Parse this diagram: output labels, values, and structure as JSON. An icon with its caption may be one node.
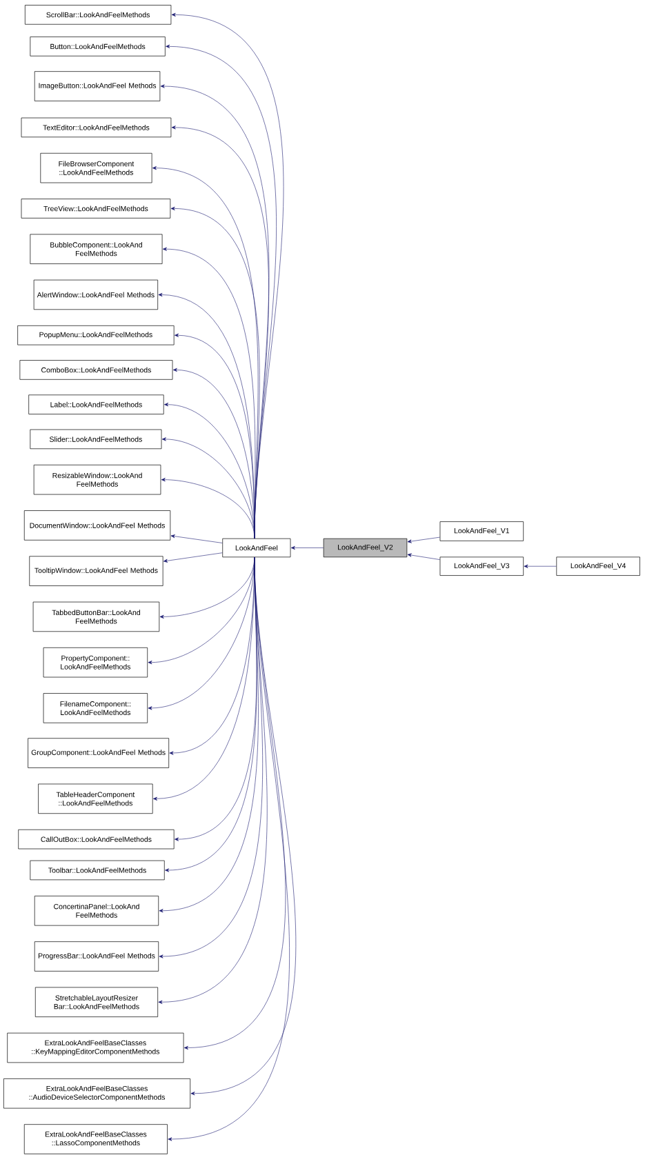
{
  "diagram": {
    "nodes": [
      {
        "text": [
          "ScrollBar::LookAndFeelMethods"
        ]
      },
      {
        "text": [
          "Button::LookAndFeelMethods"
        ]
      },
      {
        "text": [
          "ImageButton::LookAndFeel Methods"
        ]
      },
      {
        "text": [
          "TextEditor::LookAndFeelMethods"
        ]
      },
      {
        "text": [
          "FileBrowserComponent ::LookAndFeelMethods"
        ]
      },
      {
        "text": [
          "TreeView::LookAndFeelMethods"
        ]
      },
      {
        "text": [
          "BubbleComponent::LookAnd FeelMethods"
        ]
      },
      {
        "text": [
          "AlertWindow::LookAndFeel Methods"
        ]
      },
      {
        "text": [
          "PopupMenu::LookAndFeelMethods"
        ]
      },
      {
        "text": [
          "ComboBox::LookAndFeelMethods"
        ]
      },
      {
        "text": [
          "Label::LookAndFeelMethods"
        ]
      },
      {
        "text": [
          "Slider::LookAndFeelMethods"
        ]
      },
      {
        "text": [
          "ResizableWindow::LookAnd FeelMethods"
        ]
      },
      {
        "text": [
          "DocumentWindow::LookAndFeel Methods"
        ]
      },
      {
        "text": [
          "TooltipWindow::LookAndFeel Methods"
        ]
      },
      {
        "text": [
          "TabbedButtonBar::LookAnd FeelMethods"
        ]
      },
      {
        "text": [
          "PropertyComponent:: LookAndFeelMethods"
        ]
      },
      {
        "text": [
          "FilenameComponent:: LookAndFeelMethods"
        ]
      },
      {
        "text": [
          "GroupComponent::LookAndFeel Methods"
        ]
      },
      {
        "text": [
          "TableHeaderComponent ::LookAndFeelMethods"
        ]
      },
      {
        "text": [
          "CallOutBox::LookAndFeelMethods"
        ]
      },
      {
        "text": [
          "Toolbar::LookAndFeelMethods"
        ]
      },
      {
        "text": [
          "ConcertinaPanel::LookAnd FeelMethods"
        ]
      },
      {
        "text": [
          "ProgressBar::LookAndFeel Methods"
        ]
      },
      {
        "text": [
          "StretchableLayoutResizer Bar::LookAndFeelMethods"
        ]
      },
      {
        "text": [
          "ExtraLookAndFeelBaseClasses ::KeyMappingEditorComponentMethods"
        ]
      },
      {
        "text": [
          "ExtraLookAndFeelBaseClasses ::AudioDeviceSelectorComponentMethods"
        ]
      },
      {
        "text": [
          "ExtraLookAndFeelBaseClasses ::LassoComponentMethods"
        ]
      },
      {
        "text": [
          "LookAndFeel"
        ]
      },
      {
        "text": [
          "LookAndFeel_V2"
        ]
      },
      {
        "text": [
          "LookAndFeel_V1"
        ]
      },
      {
        "text": [
          "LookAndFeel_V3"
        ]
      },
      {
        "text": [
          "LookAndFeel_V4"
        ]
      }
    ],
    "edges": [
      {
        "from": 28,
        "to": 0,
        "arrow": "to"
      },
      {
        "from": 28,
        "to": 1,
        "arrow": "to"
      },
      {
        "from": 28,
        "to": 2,
        "arrow": "to"
      },
      {
        "from": 28,
        "to": 3,
        "arrow": "to"
      },
      {
        "from": 28,
        "to": 4,
        "arrow": "to"
      },
      {
        "from": 28,
        "to": 5,
        "arrow": "to"
      },
      {
        "from": 28,
        "to": 6,
        "arrow": "to"
      },
      {
        "from": 28,
        "to": 7,
        "arrow": "to"
      },
      {
        "from": 28,
        "to": 8,
        "arrow": "to"
      },
      {
        "from": 28,
        "to": 9,
        "arrow": "to"
      },
      {
        "from": 28,
        "to": 10,
        "arrow": "to"
      },
      {
        "from": 28,
        "to": 11,
        "arrow": "to"
      },
      {
        "from": 28,
        "to": 12,
        "arrow": "to"
      },
      {
        "from": 28,
        "to": 13,
        "arrow": "to"
      },
      {
        "from": 28,
        "to": 14,
        "arrow": "to"
      },
      {
        "from": 28,
        "to": 15,
        "arrow": "to"
      },
      {
        "from": 28,
        "to": 16,
        "arrow": "to"
      },
      {
        "from": 28,
        "to": 17,
        "arrow": "to"
      },
      {
        "from": 28,
        "to": 18,
        "arrow": "to"
      },
      {
        "from": 28,
        "to": 19,
        "arrow": "to"
      },
      {
        "from": 28,
        "to": 20,
        "arrow": "to"
      },
      {
        "from": 28,
        "to": 21,
        "arrow": "to"
      },
      {
        "from": 28,
        "to": 22,
        "arrow": "to"
      },
      {
        "from": 28,
        "to": 23,
        "arrow": "to"
      },
      {
        "from": 28,
        "to": 24,
        "arrow": "to"
      },
      {
        "from": 28,
        "to": 25,
        "arrow": "to"
      },
      {
        "from": 28,
        "to": 26,
        "arrow": "to"
      },
      {
        "from": 28,
        "to": 27,
        "arrow": "to"
      },
      {
        "from": 29,
        "to": 28,
        "arrow": "to"
      },
      {
        "from": 30,
        "to": 29,
        "arrow": "to"
      },
      {
        "from": 31,
        "to": 29,
        "arrow": "to"
      },
      {
        "from": 32,
        "to": 31,
        "arrow": "to"
      }
    ]
  }
}
